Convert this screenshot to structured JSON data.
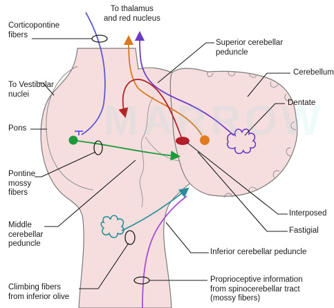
{
  "watermark": "MARROW",
  "labels": {
    "corticopontine": "Corticopontine\nfibers",
    "thalamus": "To thalamus\nand red nucleus",
    "superior_peduncle": "Superior cerebellar\npeduncle",
    "cerebellum": "Cerebellum",
    "vestibular": "To Vestibular\nnuclei",
    "dentate": "Dentate",
    "pons": "Pons",
    "pontine_mossy": "Pontine\nmossy\nfibers",
    "interposed": "Interposed",
    "middle_peduncle": "Middle\ncerebellar\npeduncle",
    "fastigial": "Fastigial",
    "inferior_peduncle": "Inferior cerebellar peduncle",
    "climbing": "Climbing fibers\nfrom inferior olive",
    "proprioceptive": "Proprioceptive information\nfrom spinocerebellar tract\n(mossy fibers)"
  },
  "colors": {
    "tissue": "#f6dede",
    "tissue_edge": "#7a7a7a",
    "corticopontine": "#5a58d6",
    "pontine_mossy": "#1f9a3a",
    "thalamus_orange": "#d9781c",
    "thalamus_purple": "#6c3bc4",
    "vestibular": "#b02323",
    "climbing": "#2a8e99",
    "proprioceptive": "#a64fd0",
    "interposed_nucleus": "#b3202c",
    "fastigial_nucleus": "#e07b22",
    "leader": "#1a1a1a"
  }
}
